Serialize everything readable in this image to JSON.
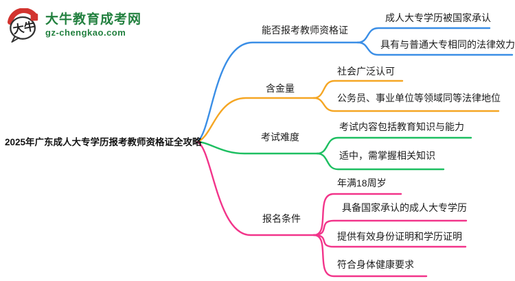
{
  "logo": {
    "icon_text": "大牛",
    "site_name": "大牛教育成考网",
    "site_url": "gz-chengkao.com",
    "brand_green": "#22803f",
    "brand_red": "#d2342f",
    "ink": "#222222"
  },
  "mindmap": {
    "root": {
      "label": "2025年广东成人大专学历报考教师资格证全攻略",
      "text_color": "#111111"
    },
    "branches": [
      {
        "label": "能否报考教师资格证",
        "color": "#3a8ee6",
        "children": [
          "成人大专学历被国家承认",
          "具有与普通大专相同的法律效力"
        ]
      },
      {
        "label": "含金量",
        "color": "#f5a623",
        "children": [
          "社会广泛认可",
          "公务员、事业单位等领域同等法律地位"
        ]
      },
      {
        "label": "考试难度",
        "color": "#1dbf61",
        "children": [
          "考试内容包括教育知识与能力",
          "适中，需掌握相关知识"
        ]
      },
      {
        "label": "报名条件",
        "color": "#f2348a",
        "children": [
          "年满18周岁",
          "具备国家承认的成人大专学历",
          "提供有效身份证明和学历证明",
          "符合身体健康要求"
        ]
      }
    ]
  }
}
